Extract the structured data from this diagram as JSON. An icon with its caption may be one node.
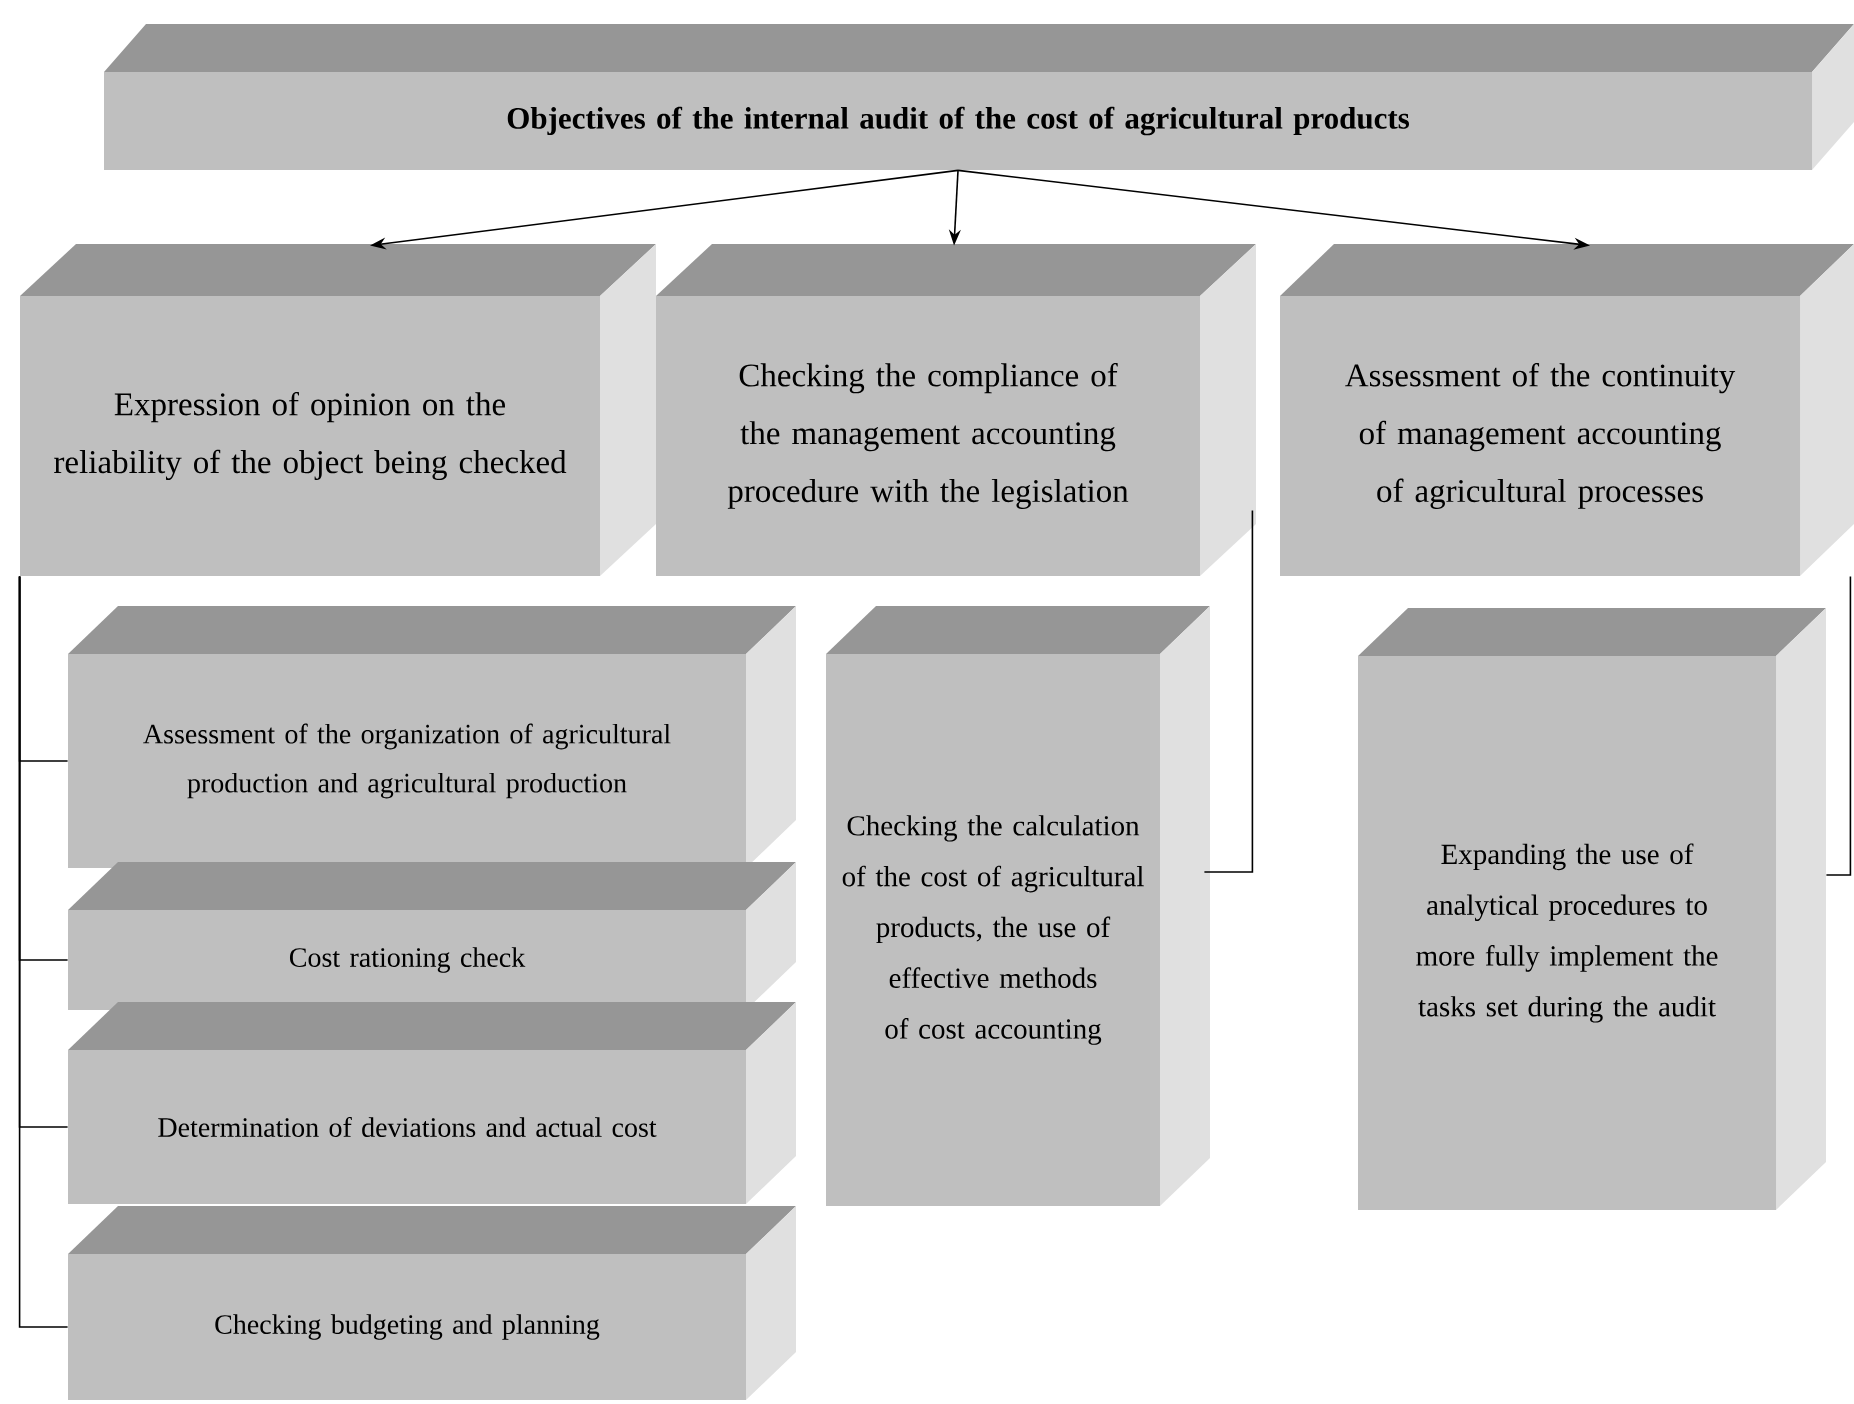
{
  "diagram": {
    "nodes": [
      {
        "text": [
          "Objectives of the internal audit of the cost of agricultural products"
        ]
      },
      {
        "text": [
          "Expression of opinion on the reliability of the object being checked"
        ]
      },
      {
        "text": [
          "Checking the compliance of the management accounting procedure with the legislation"
        ]
      },
      {
        "text": [
          "Assessment of the continuity of management accounting of agricultural processes"
        ]
      },
      {
        "text": [
          "Assessment of the organization of agricultural production and agricultural production"
        ]
      },
      {
        "text": [
          "Cost rationing check"
        ]
      },
      {
        "text": [
          "Determination of deviations and actual cost"
        ]
      },
      {
        "text": [
          "Checking budgeting and planning"
        ]
      },
      {
        "text": [
          "Checking the calculation of the cost of agricultural products, the use of effective methods of cost accounting"
        ]
      },
      {
        "text": [
          "Expanding the use of analytical procedures to more fully implement the tasks set during the audit"
        ]
      }
    ],
    "edges": [
      {
        "from": 0,
        "to": 1,
        "arrow": "to"
      },
      {
        "from": 0,
        "to": 2,
        "arrow": "to"
      },
      {
        "from": 0,
        "to": 3,
        "arrow": "to"
      },
      {
        "from": 1,
        "to": 4,
        "arrow": "none"
      },
      {
        "from": 1,
        "to": 5,
        "arrow": "none"
      },
      {
        "from": 1,
        "to": 6,
        "arrow": "none"
      },
      {
        "from": 1,
        "to": 7,
        "arrow": "none"
      },
      {
        "from": 2,
        "to": 8,
        "arrow": "none"
      },
      {
        "from": 3,
        "to": 9,
        "arrow": "none"
      }
    ]
  }
}
